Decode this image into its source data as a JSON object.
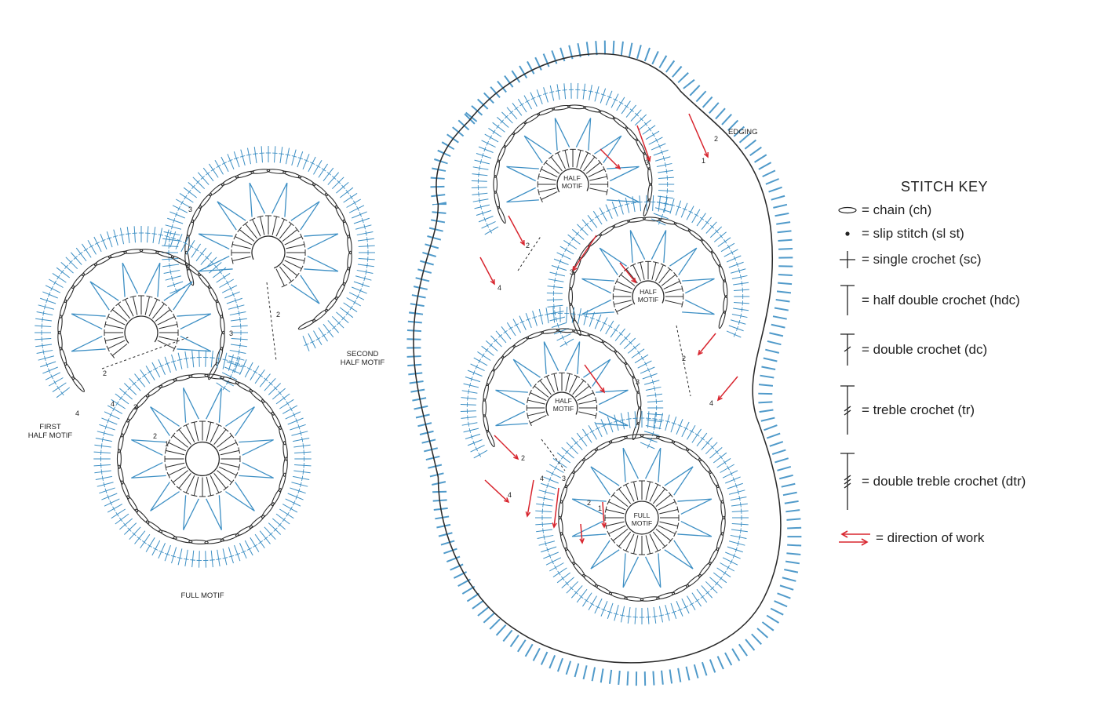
{
  "left_diagram": {
    "labels": {
      "second_half_motif_l1": "SECOND",
      "second_half_motif_l2": "HALF MOTIF",
      "first_half_motif_l1": "FIRST",
      "first_half_motif_l2": "HALF MOTIF",
      "full_motif": "FULL MOTIF"
    },
    "round_numbers": [
      "1",
      "2",
      "3",
      "4"
    ]
  },
  "right_diagram": {
    "labels": {
      "edging": "EDGING",
      "half": "HALF",
      "motif": "MOTIF",
      "full": "FULL"
    },
    "round_numbers": [
      "1",
      "2",
      "3",
      "4"
    ]
  },
  "stitch_key": {
    "title": "STITCH KEY",
    "items": [
      {
        "symbol": "chain-icon",
        "text": "= chain (ch)"
      },
      {
        "symbol": "slip-stitch-icon",
        "text": "= slip stitch (sl st)"
      },
      {
        "symbol": "single-crochet-icon",
        "text": "= single crochet (sc)"
      },
      {
        "symbol": "half-double-crochet-icon",
        "text": "= half double crochet (hdc)"
      },
      {
        "symbol": "double-crochet-icon",
        "text": "= double crochet (dc)"
      },
      {
        "symbol": "treble-crochet-icon",
        "text": "= treble crochet (tr)"
      },
      {
        "symbol": "double-treble-crochet-icon",
        "text": "= double treble crochet (dtr)"
      },
      {
        "symbol": "direction-arrows-icon",
        "text": "= direction of work"
      }
    ]
  },
  "colors": {
    "edge_blue": "#3d8fc4",
    "stitch_dark": "#2a2a2a",
    "arrow_red": "#d8262f"
  }
}
